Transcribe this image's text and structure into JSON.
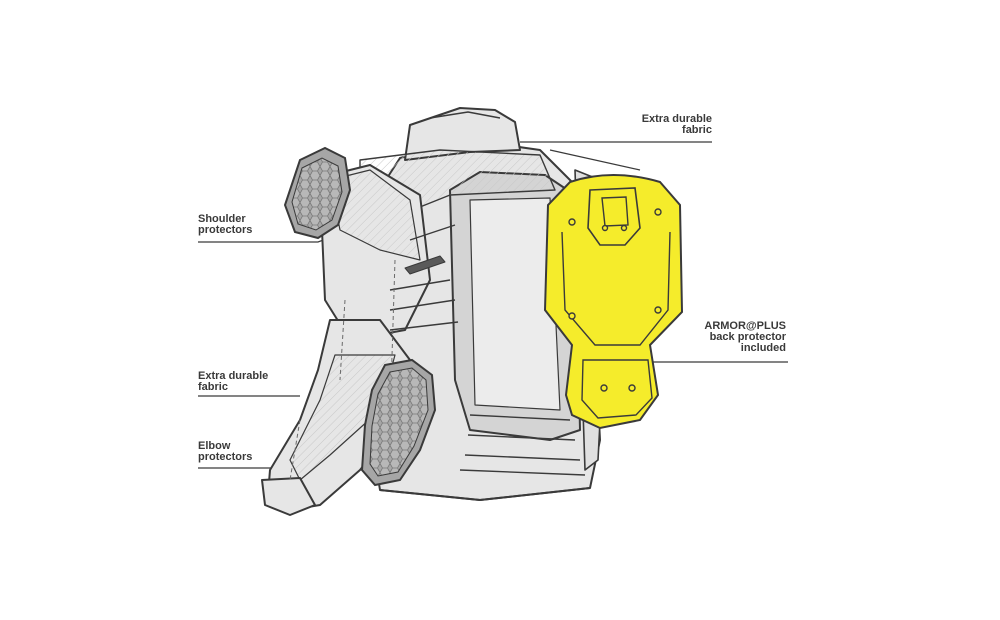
{
  "colors": {
    "outline": "#3a3a3a",
    "fabric_gray": "#e6e6e6",
    "panel_gray": "#d4d4d4",
    "pad_gray": "#a6a6a6",
    "protector_yellow": "#f5ec2b"
  },
  "callouts": {
    "top_right_fabric": {
      "line1": "Extra durable",
      "line2": "fabric"
    },
    "shoulder": {
      "line1": "Shoulder",
      "line2": "protectors"
    },
    "back_protector": {
      "line1": "ARMOR@PLUS",
      "line2": "back protector",
      "line3": "included"
    },
    "left_fabric": {
      "line1": "Extra durable",
      "line2": "fabric"
    },
    "elbow": {
      "line1": "Elbow",
      "line2": "protectors"
    }
  }
}
